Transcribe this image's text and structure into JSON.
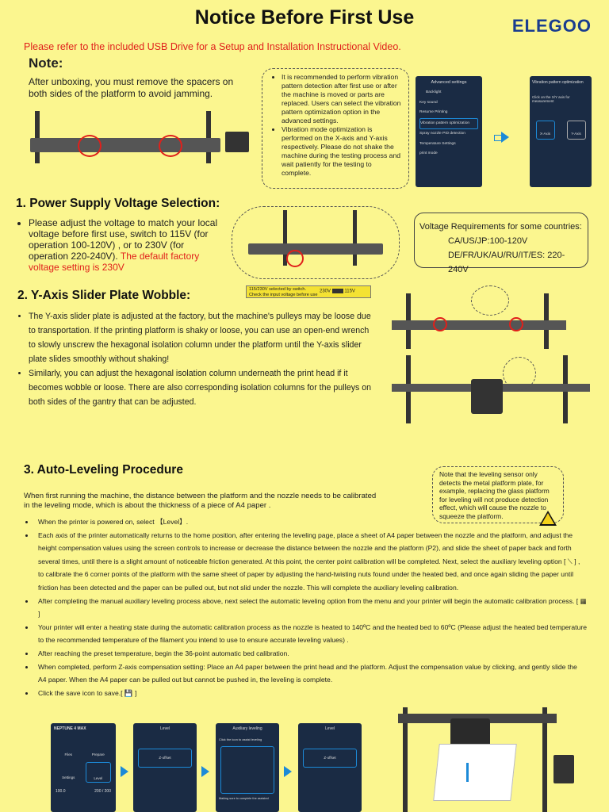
{
  "header": {
    "title": "Notice Before First Use",
    "logo": "ELEGOO",
    "usb_note": "Please refer to the included USB Drive for a Setup and Installation Instructional Video."
  },
  "note": {
    "heading": "Note:",
    "text": "After unboxing, you must remove the spacers on both sides of the platform to avoid jamming.",
    "box_items": [
      "It is recommended to perform vibration pattern detection after first use or after the machine is moved or parts are replaced. Users can select the vibration pattern optimization option in the advanced settings.",
      "Vibration mode optimization is performed on the X-axis and Y-axis respectively. Please do not shake the machine during the testing process and wait patiently for the testing to complete."
    ],
    "screen1": {
      "title": "Advanced settings",
      "items": [
        "Backlight",
        "Key sound",
        "Resume Printing",
        "Vibration pattern optimization",
        "Spray nozzle PID detection",
        "Temperature Settings",
        "print mode"
      ]
    },
    "screen2": {
      "title": "Vibration pattern optimization",
      "hint": "Click on the X/Y axis for measurement",
      "x_label": "X-Axis",
      "y_label": "Y-Axis"
    }
  },
  "power": {
    "heading": "1. Power Supply Voltage Selection:",
    "text": "Please adjust the voltage to match your local voltage before first use, switch to 115V (for operation 100-120V) , or to 230V (for operation 220-240V).",
    "default_text": "The default factory voltage setting is 230V",
    "switch_label_line1": "115/230V selected by switch.",
    "switch_label_line2": "Check the input voltage before use",
    "switch_230": "230V",
    "switch_115": "115V",
    "volt_title": "Voltage Requirements for some countries:",
    "volt_row1": "CA/US/JP:100-120V",
    "volt_row2": "DE/FR/UK/AU/RU/IT/ES: 220-240V"
  },
  "yaxis": {
    "heading": "2. Y-Axis Slider Plate Wobble:",
    "items": [
      "The Y-axis slider plate is adjusted at the factory, but the machine's pulleys may be loose due to transportation. If the printing platform is shaky or loose, you can use an open-end wrench to slowly unscrew the hexagonal isolation column under the platform until the Y-axis slider plate slides smoothly without shaking!",
      "Similarly, you can adjust the hexagonal isolation column underneath the print head if it becomes wobble or loose. There are also corresponding isolation columns for the pulleys on both sides of the gantry that can be adjusted."
    ]
  },
  "leveling": {
    "heading": "3. Auto-Leveling Procedure",
    "warning": "Note that the leveling sensor only detects the metal platform plate, for example, replacing the glass platform for leveling will not produce detection effect, which will cause the nozzle to squeeze the platform.",
    "intro": "When first running the machine, the distance between the platform and the nozzle needs to be calibrated in the leveling mode, which is about the thickness of a piece of A4 paper .",
    "items": [
      "When the printer is powered on, select 【Level】.",
      "Each axis of the printer automatically returns to the home position, after entering the leveling page, place a sheet of A4 paper between the nozzle and the platform, and adjust the height compensation values using the screen controls to increase or decrease the distance between the nozzle and the platform (P2), and slide the sheet of paper back and forth several times, until there is a slight amount of noticeable friction generated. At this point, the center point calibration will be completed. Next, select the auxiliary leveling option [ ⟍ ] , to calibrate the 6 corner points of the platform with the same sheet of paper by adjusting the hand-twisting nuts found under the heated bed, and once again sliding the paper until friction has been detected and the paper can be pulled out, but not slid under the nozzle. This will complete the auxiliary leveling calibration.",
      "After completing the manual auxiliary leveling process above, next select the automatic leveling option from the menu and your printer will begin the automatic calibration process. [ ▦ ]",
      "Your printer will enter a heating state during the automatic calibration process as the nozzle is heated to 140ºC and the heated bed to 60ºC (Please adjust the heated bed temperature to the recommended temperature of the filament you intend to use to ensure accurate leveling values) .",
      "After reaching the preset temperature, begin the 36-point automatic bed calibration.",
      "When completed, perform Z-axis compensation setting: Place an A4 paper between the print head and the platform. Adjust the compensation value by clicking, and gently slide the A4 paper. When the A4 paper can be pulled out but cannot be pushed in, the leveling is complete.",
      "Click the save icon to save.[ 💾 ]"
    ],
    "home_screen": {
      "title": "NEPTUNE 4 MAX",
      "buttons": [
        "Files",
        "Prepare",
        "Settings",
        "Level"
      ],
      "footer_left": "100.0",
      "footer_right": "200 / 200"
    },
    "level_screen": {
      "title": "Level",
      "offset": "Z-offset"
    },
    "aux_screen": {
      "title": "Auxiliary leveling",
      "hint": "Click the icon to assist leveling",
      "footer": "Making sure to complete the assisted"
    },
    "level_screen2": {
      "title": "Level",
      "offset": "Z-offset"
    },
    "colors": {
      "accent": "#1c8ad8",
      "red": "#e0201b",
      "bg": "#fbf68f"
    }
  }
}
